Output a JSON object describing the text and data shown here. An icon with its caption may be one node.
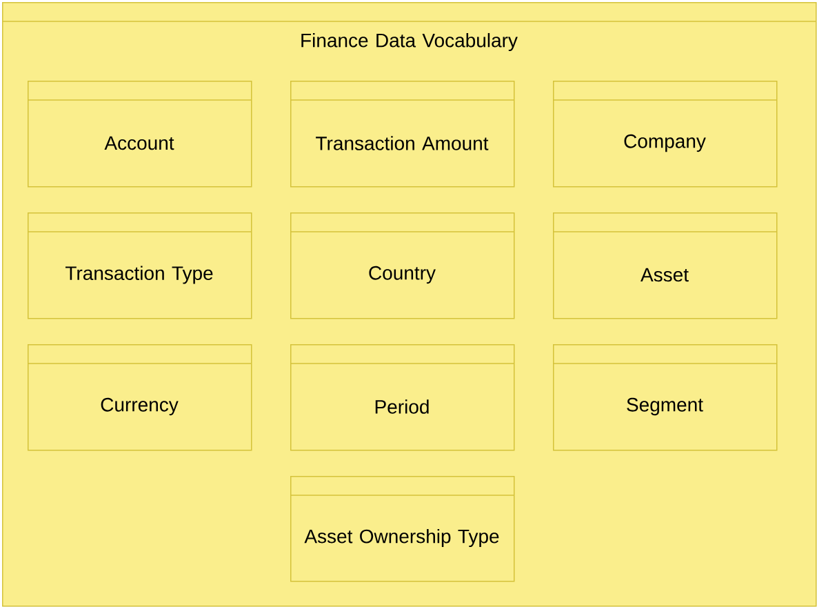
{
  "diagram": {
    "nodes": [
      {
        "text": [
          "Finance Data Vocabulary"
        ]
      },
      {
        "text": [
          "Account"
        ],
        "in": 0
      },
      {
        "text": [
          "Transaction Amount"
        ],
        "in": 0
      },
      {
        "text": [
          "Company"
        ],
        "in": 0
      },
      {
        "text": [
          "Transaction Type"
        ],
        "in": 0
      },
      {
        "text": [
          "Country"
        ],
        "in": 0
      },
      {
        "text": [
          "Asset"
        ],
        "in": 0
      },
      {
        "text": [
          "Currency"
        ],
        "in": 0
      },
      {
        "text": [
          "Period"
        ],
        "in": 0
      },
      {
        "text": [
          "Segment"
        ],
        "in": 0
      },
      {
        "text": [
          "Asset Ownership Type"
        ],
        "in": 0
      }
    ]
  }
}
